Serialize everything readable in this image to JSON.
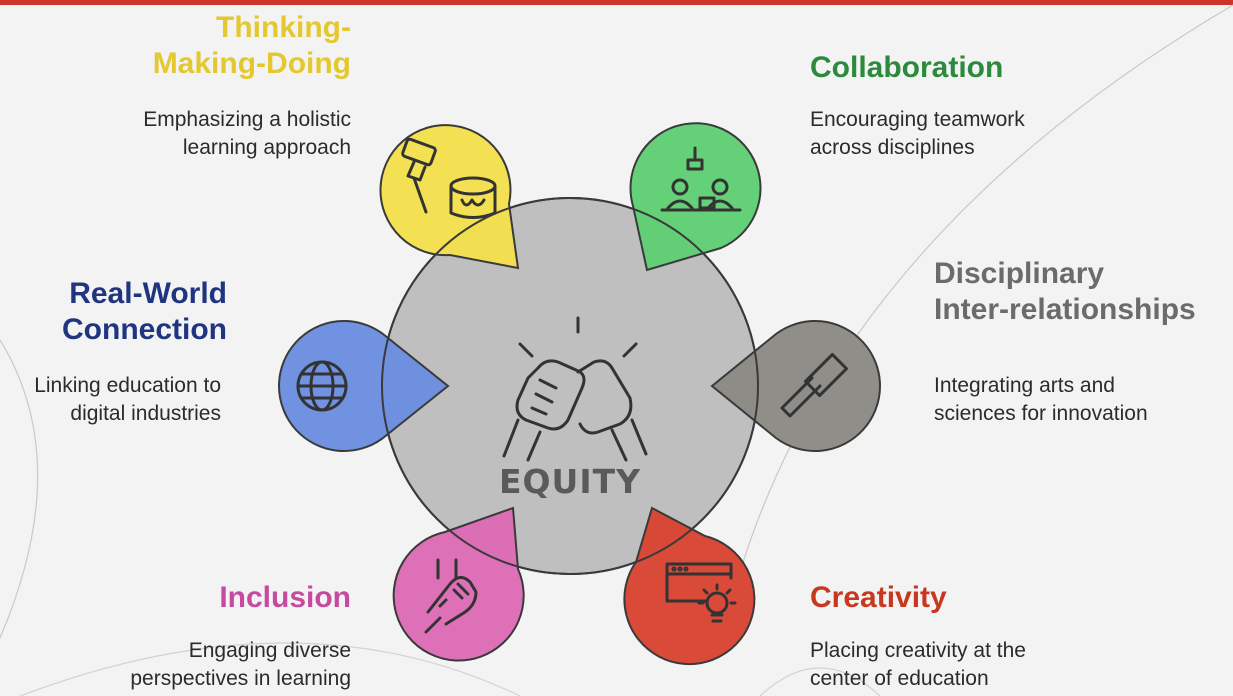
{
  "center": {
    "label": "EQUITY",
    "icon": "handshake-icon",
    "color": "#bfbfbf"
  },
  "petals": [
    {
      "id": "thinking",
      "title_line1": "Thinking-",
      "title_line2": "Making-Doing",
      "desc_line1": "Emphasizing a holistic",
      "desc_line2": "learning approach",
      "color": "#f4e04d",
      "title_color": "#e3c830",
      "icon": "paintbrush-bucket-icon"
    },
    {
      "id": "collaboration",
      "title_line1": "Collaboration",
      "desc_line1": "Encouraging teamwork",
      "desc_line2": "across disciplines",
      "color": "#5fcf74",
      "title_color": "#2c8a3c",
      "icon": "team-meeting-icon"
    },
    {
      "id": "disciplinary",
      "title_line1": "Disciplinary",
      "title_line2": "Inter-relationships",
      "desc_line1": "Integrating arts and",
      "desc_line2": "sciences for innovation",
      "color": "#8c8a84",
      "title_color": "#6b6b6b",
      "icon": "hammer-icon"
    },
    {
      "id": "creativity",
      "title_line1": "Creativity",
      "desc_line1": "Placing creativity at the",
      "desc_line2": "center of education",
      "color": "#d84432",
      "title_color": "#c8381f",
      "icon": "lightbulb-browser-icon"
    },
    {
      "id": "inclusion",
      "title_line1": "Inclusion",
      "desc_line1": "Engaging diverse",
      "desc_line2": "perspectives in learning",
      "color": "#dd6bb6",
      "title_color": "#c54aa0",
      "icon": "helping-hands-icon"
    },
    {
      "id": "realworld",
      "title_line1": "Real-World",
      "title_line2": "Connection",
      "desc_line1": "Linking education to",
      "desc_line2": "digital industries",
      "color": "#6b8ee0",
      "title_color": "#1f3580",
      "icon": "globe-icon"
    }
  ]
}
